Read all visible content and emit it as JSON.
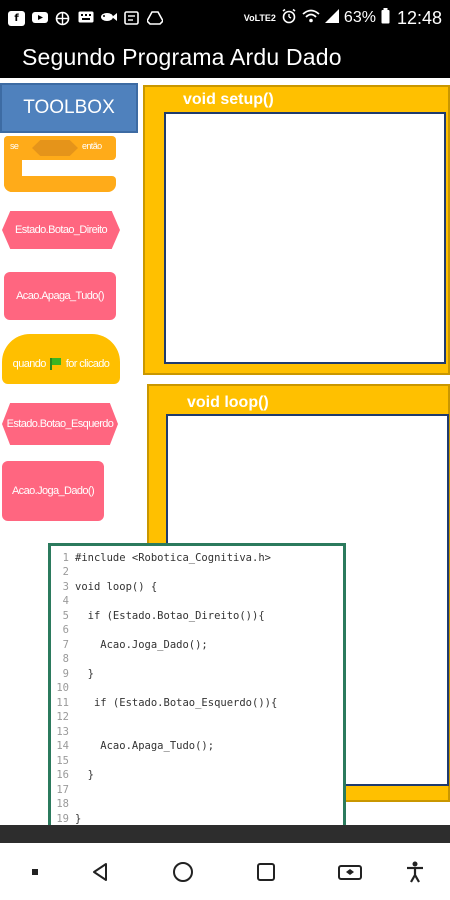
{
  "status_bar": {
    "battery_percent": "63%",
    "time": "12:48",
    "network_label": "VoLTE2",
    "left_icons": [
      "facebook-icon",
      "youtube-icon",
      "globe-icon",
      "keyboard-icon",
      "fish-icon",
      "note-icon",
      "drive-icon"
    ],
    "right_icons": [
      "volte-icon",
      "alarm-icon",
      "wifi-icon",
      "signal-icon",
      "battery-icon"
    ]
  },
  "app": {
    "title": "Segundo Programa Ardu Dado"
  },
  "toolbox": {
    "label": "TOOLBOX",
    "blocks": {
      "if_then": {
        "se": "se",
        "entao": "então"
      },
      "estado_direito": "Estado.Botao_Direito",
      "acao_apaga": "Acao.Apaga_Tudo()",
      "quando": {
        "before": "quando",
        "after": "for clicado"
      },
      "estado_esquerdo": "Estado.Botao_Esquerdo",
      "acao_joga": "Acao.Joga_Dado()"
    }
  },
  "frames": {
    "setup_label": "void setup()",
    "loop_label": "void loop()"
  },
  "code_lines": [
    {
      "n": "1",
      "text": "#include <Robotica_Cognitiva.h>"
    },
    {
      "n": "2",
      "text": ""
    },
    {
      "n": "3",
      "text": "void loop() {"
    },
    {
      "n": "4",
      "text": ""
    },
    {
      "n": "5",
      "text": "  if (Estado.Botao_Direito()){"
    },
    {
      "n": "6",
      "text": ""
    },
    {
      "n": "7",
      "text": "    Acao.Joga_Dado();"
    },
    {
      "n": "8",
      "text": ""
    },
    {
      "n": "9",
      "text": "  }"
    },
    {
      "n": "10",
      "text": ""
    },
    {
      "n": "11",
      "text": "   if (Estado.Botao_Esquerdo()){"
    },
    {
      "n": "12",
      "text": ""
    },
    {
      "n": "13",
      "text": ""
    },
    {
      "n": "14",
      "text": "    Acao.Apaga_Tudo();"
    },
    {
      "n": "15",
      "text": ""
    },
    {
      "n": "16",
      "text": "  }"
    },
    {
      "n": "17",
      "text": ""
    },
    {
      "n": "18",
      "text": ""
    },
    {
      "n": "19",
      "text": "}"
    }
  ],
  "nav_bar": {
    "icons": [
      "menu-dot-icon",
      "back-icon",
      "home-icon",
      "recents-icon",
      "switch-app-icon",
      "accessibility-icon"
    ]
  },
  "colors": {
    "toolbox_blue": "#4f81bd",
    "frame_yellow": "#ffc000",
    "block_orange": "#ffab19",
    "block_pink": "#ff6680",
    "code_border": "#2b7a5d"
  }
}
